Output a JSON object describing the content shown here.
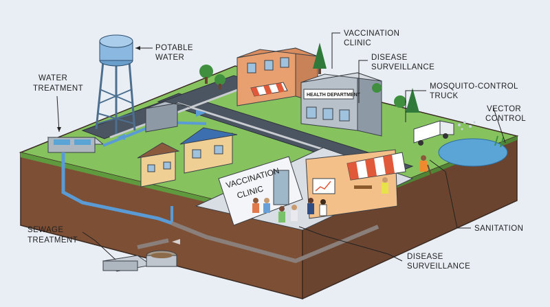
{
  "labels": {
    "potable_water": [
      "POTABLE",
      "WATER"
    ],
    "water_treatment": [
      "WATER",
      "TREATMENT"
    ],
    "vaccination_clinic_top": [
      "VACCINATION",
      "CLINIC"
    ],
    "disease_surveillance_top": [
      "DISEASE",
      "SURVEILLANCE"
    ],
    "mosquito_control": [
      "MOSQUITO-CONTROL",
      "TRUCK"
    ],
    "vector_control": [
      "VECTOR",
      "CONTROL"
    ],
    "sanitation": [
      "SANITATION"
    ],
    "sewage_treatment": [
      "SEWAGE",
      "TREATMENT"
    ],
    "disease_surveillance_bottom": [
      "DISEASE",
      "SURVEILLANCE"
    ]
  },
  "signs": {
    "health_department": "HEALTH DEPARTMENT",
    "clinic_wall": [
      "VACCINATION",
      "CLINIC"
    ]
  },
  "colors": {
    "background": "#e9eef5",
    "grass": "#7fbf5a",
    "soil": "#8b5a3c",
    "road": "#4b5561",
    "water": "#5aa4d6",
    "pipe_clean": "#5b9bd5",
    "pipe_sewage": "#8a7f7a"
  }
}
